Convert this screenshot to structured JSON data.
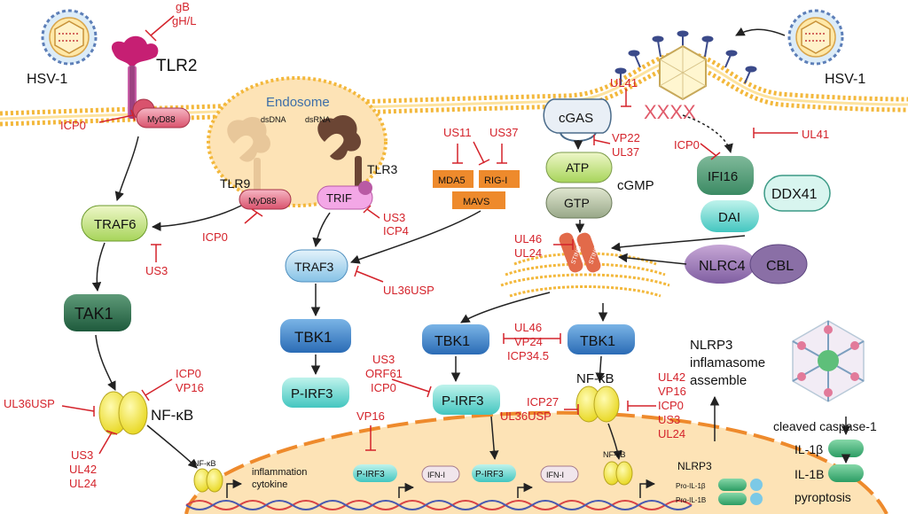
{
  "virus": {
    "left": "HSV-1",
    "right": "HSV-1"
  },
  "receptors": {
    "tlr2": "TLR2",
    "tlr9": "TLR9",
    "tlr3": "TLR3",
    "myd88": "MyD88",
    "trif": "TRIF"
  },
  "endosome": {
    "title": "Endosome",
    "dsdna": "dsDNA",
    "dsrna": "dsRNA"
  },
  "sensors": {
    "mda5": "MDA5",
    "rigi": "RIG-I",
    "mavs": "MAVS",
    "cgas": "cGAS",
    "atp": "ATP",
    "gtp": "GTP",
    "cgmp": "cGMP",
    "ifi16": "IFI16",
    "ddx41": "DDX41",
    "dai": "DAI",
    "sting": "STING",
    "nlrc4": "NLRC4",
    "cbl": "CBL"
  },
  "signaling": {
    "traf6": "TRAF6",
    "tak1": "TAK1",
    "nfkb": "NF-κB",
    "traf3": "TRAF3",
    "tbk1": "TBK1",
    "pirf3": "P-IRF3"
  },
  "nucleus": {
    "nfkb_small": "NF-κB",
    "inflammation": "inflammation",
    "cytokine": "cytokine",
    "pirf3": "P-IRF3",
    "ifni": "IFN-I",
    "nlrp3": "NLRP3",
    "pro_il1b_a": "Pro-IL-1β",
    "pro_il1b_b": "Pro-IL-1B"
  },
  "inflammasome": {
    "line1": "NLRP3",
    "line2": "inflamasome",
    "line3": "assemble",
    "caspase": "cleaved caspase-1",
    "il1b_a": "IL-1β",
    "il1b_b": "IL-1B",
    "pyroptosis": "pyroptosis"
  },
  "inhibitors": {
    "gb": "gB",
    "ghl": "gH/L",
    "icp0_a": "ICP0",
    "icp0_b": "ICP0",
    "us3_a": "US3",
    "us3_icp4_a": "US3",
    "us3_icp4_b": "ICP4",
    "us11": "US11",
    "us37": "US37",
    "ul36usp_a": "UL36USP",
    "ul41_a": "UL41",
    "vp22": "VP22",
    "ul37": "UL37",
    "icp0_c": "ICP0",
    "ul41_b": "UL41",
    "ul46_a": "UL46",
    "ul24_a": "UL24",
    "ul46_b": "UL46",
    "vp24": "VP24",
    "icp345": "ICP34.5",
    "us3_b": "US3",
    "orf61": "ORF61",
    "icp0_d": "ICP0",
    "icp0_e": "ICP0",
    "vp16_a": "VP16",
    "ul36usp_b": "UL36USP",
    "us3_c": "US3",
    "ul42_a": "UL42",
    "ul24_b": "UL24",
    "vp16_b": "VP16",
    "icp27": "ICP27",
    "ul36usp_c": "UL36USP",
    "ul42_b": "UL42",
    "vp16_c": "VP16",
    "icp0_f": "ICP0",
    "us3_d": "US3",
    "ul24_c": "UL24"
  },
  "colors": {
    "inhibit": "#d4232b",
    "membrane": "#f3b83c",
    "nucleus_fill": "#fde3b6",
    "nfkb": "#f2ea34",
    "orange": "#ee8a2c"
  }
}
